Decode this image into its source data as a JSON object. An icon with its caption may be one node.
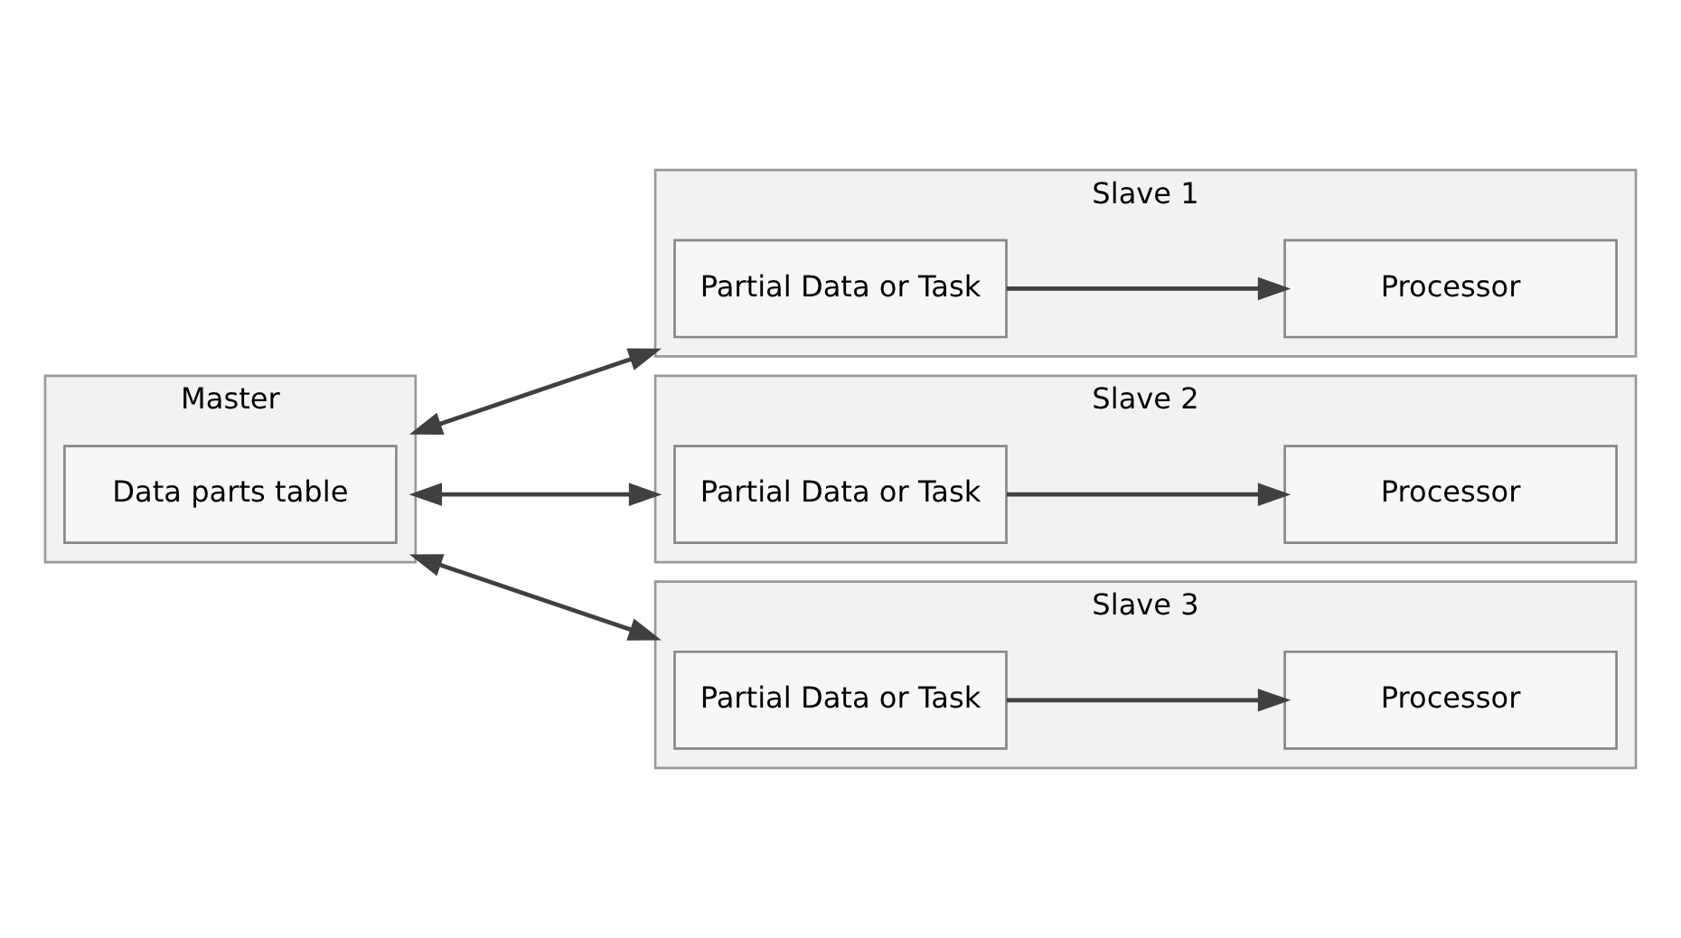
{
  "diagram": {
    "nodes": [
      {
        "text": [
          "Master"
        ]
      },
      {
        "text": [
          "Data parts table"
        ],
        "in": 0
      },
      {
        "text": [
          "Slave 1"
        ]
      },
      {
        "text": [
          "Partial Data or Task"
        ],
        "in": 2
      },
      {
        "text": [
          "Processor"
        ],
        "in": 2
      },
      {
        "text": [
          "Slave 2"
        ]
      },
      {
        "text": [
          "Partial Data or Task"
        ],
        "in": 5
      },
      {
        "text": [
          "Processor"
        ],
        "in": 5
      },
      {
        "text": [
          "Slave 3"
        ]
      },
      {
        "text": [
          "Partial Data or Task"
        ],
        "in": 8
      },
      {
        "text": [
          "Processor"
        ],
        "in": 8
      }
    ],
    "edges": [
      {
        "from": 0,
        "to": 2,
        "arrow": "both"
      },
      {
        "from": 0,
        "to": 5,
        "arrow": "both"
      },
      {
        "from": 0,
        "to": 8,
        "arrow": "both"
      },
      {
        "from": 3,
        "to": 4,
        "arrow": "to"
      },
      {
        "from": 6,
        "to": 7,
        "arrow": "to"
      },
      {
        "from": 9,
        "to": 10,
        "arrow": "to"
      }
    ]
  }
}
